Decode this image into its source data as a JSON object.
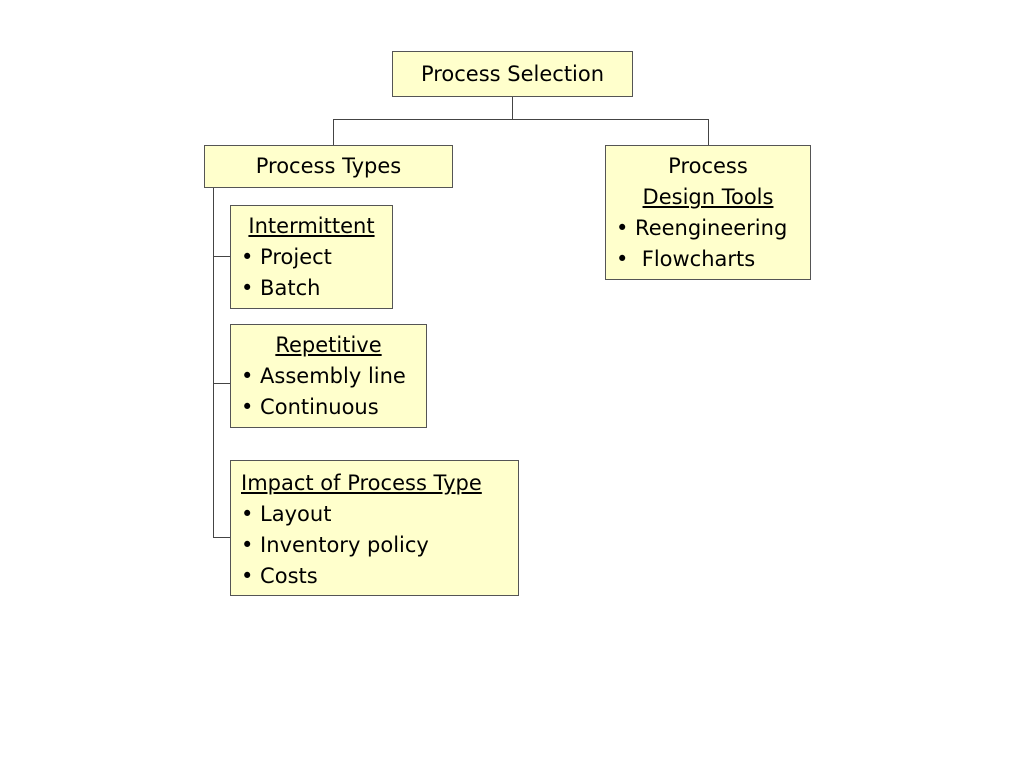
{
  "root": {
    "label": "Process Selection"
  },
  "process_types": {
    "label": "Process Types"
  },
  "design_tools": {
    "title_line1": "Process",
    "title_line2": "Design Tools",
    "items": [
      "• Reengineering",
      "•  Flowcharts"
    ]
  },
  "intermittent": {
    "heading": "Intermittent",
    "items": [
      "• Project",
      "• Batch"
    ]
  },
  "repetitive": {
    "heading": "Repetitive",
    "items": [
      "• Assembly line",
      "• Continuous"
    ]
  },
  "impact": {
    "heading": "Impact of Process Type",
    "items": [
      "• Layout",
      "• Inventory policy",
      "• Costs"
    ]
  },
  "colors": {
    "box_fill": "#ffffcc",
    "box_border": "#555555",
    "connector": "#444444"
  }
}
